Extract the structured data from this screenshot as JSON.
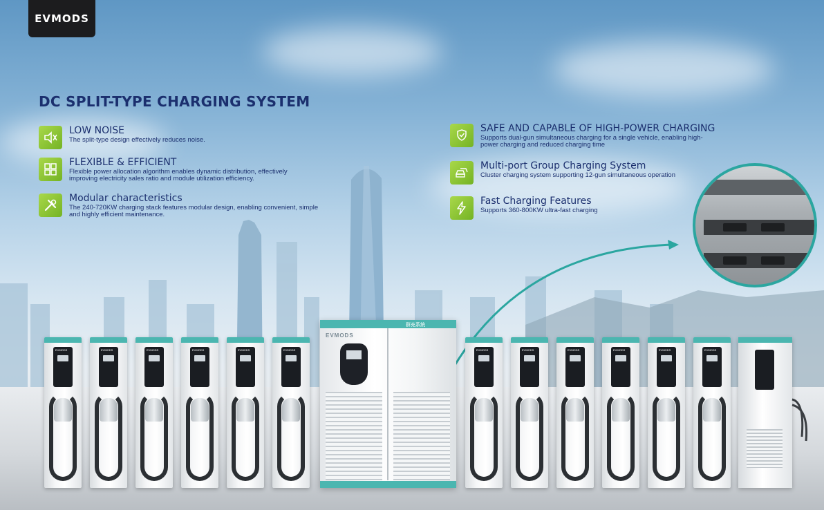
{
  "brand": {
    "logo_text": "EVMODS"
  },
  "title": "DC SPLIT-TYPE CHARGING SYSTEM",
  "features_left": [
    {
      "icon": "noise-reduction-icon",
      "heading": "LOW NOISE",
      "description": "The split-type design effectively reduces noise."
    },
    {
      "icon": "puzzle-module-icon",
      "heading": "FLEXIBLE & EFFICIENT",
      "description": "Flexible power allocation algorithm enables dynamic distribution, effectively improving electricity sales ratio and module utilization efficiency."
    },
    {
      "icon": "tools-icon",
      "heading": "Modular characteristics",
      "description": "The 240-720KW charging stack features modular design, enabling convenient, simple and highly efficient maintenance."
    }
  ],
  "features_right": [
    {
      "icon": "shield-hands-icon",
      "heading": "SAFE AND CAPABLE OF HIGH-POWER CHARGING",
      "description": "Supports dual-gun simultaneous charging for a single vehicle, enabling high-power charging and reduced charging time"
    },
    {
      "icon": "cars-group-icon",
      "heading": "Multi-port Group Charging System",
      "description": "Cluster charging system supporting 12-gun simultaneous operation"
    },
    {
      "icon": "lightning-bolt-icon",
      "heading": "Fast Charging Features",
      "description": "Supports 360-800KW ultra-fast charging"
    }
  ],
  "product": {
    "cabinet_brand": "EVMODS",
    "cabinet_label_cn": "群充系统",
    "charger_brand": "EVMODS",
    "charger_count_left": 6,
    "charger_count_right": 6
  },
  "colors": {
    "accent_teal": "#4bb6b0",
    "icon_green": "#8cc63f",
    "text_navy": "#1b2f6e"
  }
}
